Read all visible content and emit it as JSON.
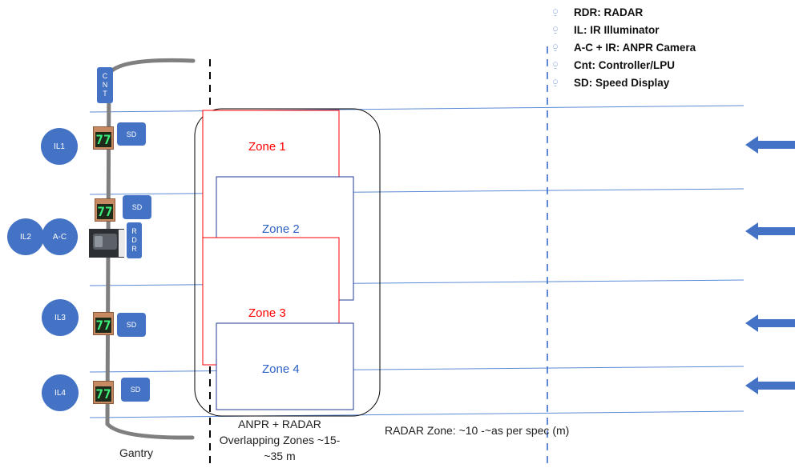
{
  "legend": {
    "items": [
      {
        "label": "RDR: RADAR"
      },
      {
        "label": "IL: IR Illuminator"
      },
      {
        "label": "A-C + IR: ANPR Camera"
      },
      {
        "label": "Cnt: Controller/LPU"
      },
      {
        "label": "SD: Speed Display"
      }
    ]
  },
  "gantry": {
    "label": "Gantry",
    "controller_letters": [
      "C",
      "N",
      "T"
    ],
    "radar_letters": [
      "R",
      "D",
      "R"
    ],
    "camera_label": "A-C"
  },
  "illuminators": [
    "IL1",
    "IL2",
    "IL3",
    "IL4"
  ],
  "speed_displays": [
    "SD",
    "SD",
    "SD",
    "SD"
  ],
  "speed_value": "77",
  "zones": [
    "Zone 1",
    "Zone 2",
    "Zone 3",
    "Zone 4"
  ],
  "captions": {
    "overlap_line1": "ANPR + RADAR",
    "overlap_line2": "Overlapping Zones ~15-",
    "overlap_line3": "~35 m",
    "radar_zone": "RADAR Zone: ~10 -~as per spec (m)"
  },
  "colors": {
    "device_blue": "#4472c4",
    "zone_red": "#ff0000",
    "zone_blue": "#1f3a93",
    "lane_line": "#5b8bd6"
  }
}
